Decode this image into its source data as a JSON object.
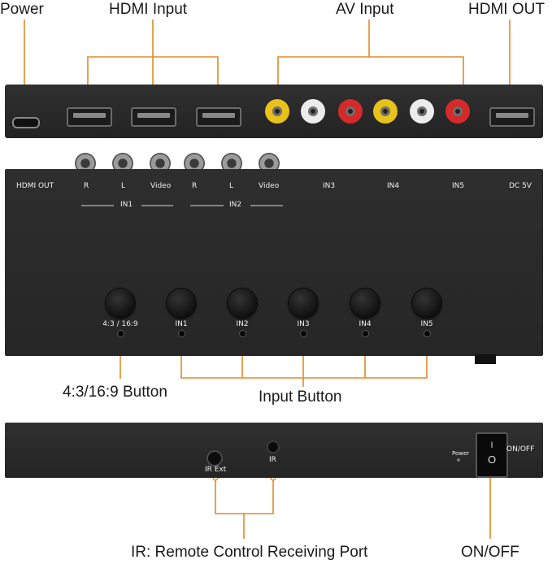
{
  "colors": {
    "leader": "#e08a2b",
    "device": "#2a2a2a",
    "text": "#1a1a1a"
  },
  "callouts": {
    "power": "Power",
    "hdmi_input": "HDMI Input",
    "av_input": "AV Input",
    "hdmi_out": "HDMI OUT",
    "aspect_button": "4:3/16:9 Button",
    "input_button": "Input Button",
    "ir_port": "IR: Remote Control Receiving Port",
    "on_off": "ON/OFF"
  },
  "front_panel": {
    "labels": [
      "HDMI OUT",
      "R",
      "L",
      "Video",
      "R",
      "L",
      "Video",
      "IN3",
      "IN4",
      "IN5",
      "DC 5V"
    ],
    "groups": [
      "IN1",
      "IN2"
    ],
    "buttons": [
      "4:3 / 16:9",
      "IN1",
      "IN2",
      "IN3",
      "IN4",
      "IN5"
    ]
  },
  "side_panel": {
    "ir_ext": "IR Ext",
    "ir": "IR",
    "power": "Power",
    "switch": "ON/OFF",
    "switch_marks": [
      "I",
      "O"
    ]
  },
  "icons": [
    "usb-c-port-icon",
    "hdmi-port-icon",
    "rca-yellow-icon",
    "rca-white-icon",
    "rca-red-icon",
    "power-switch-icon"
  ]
}
